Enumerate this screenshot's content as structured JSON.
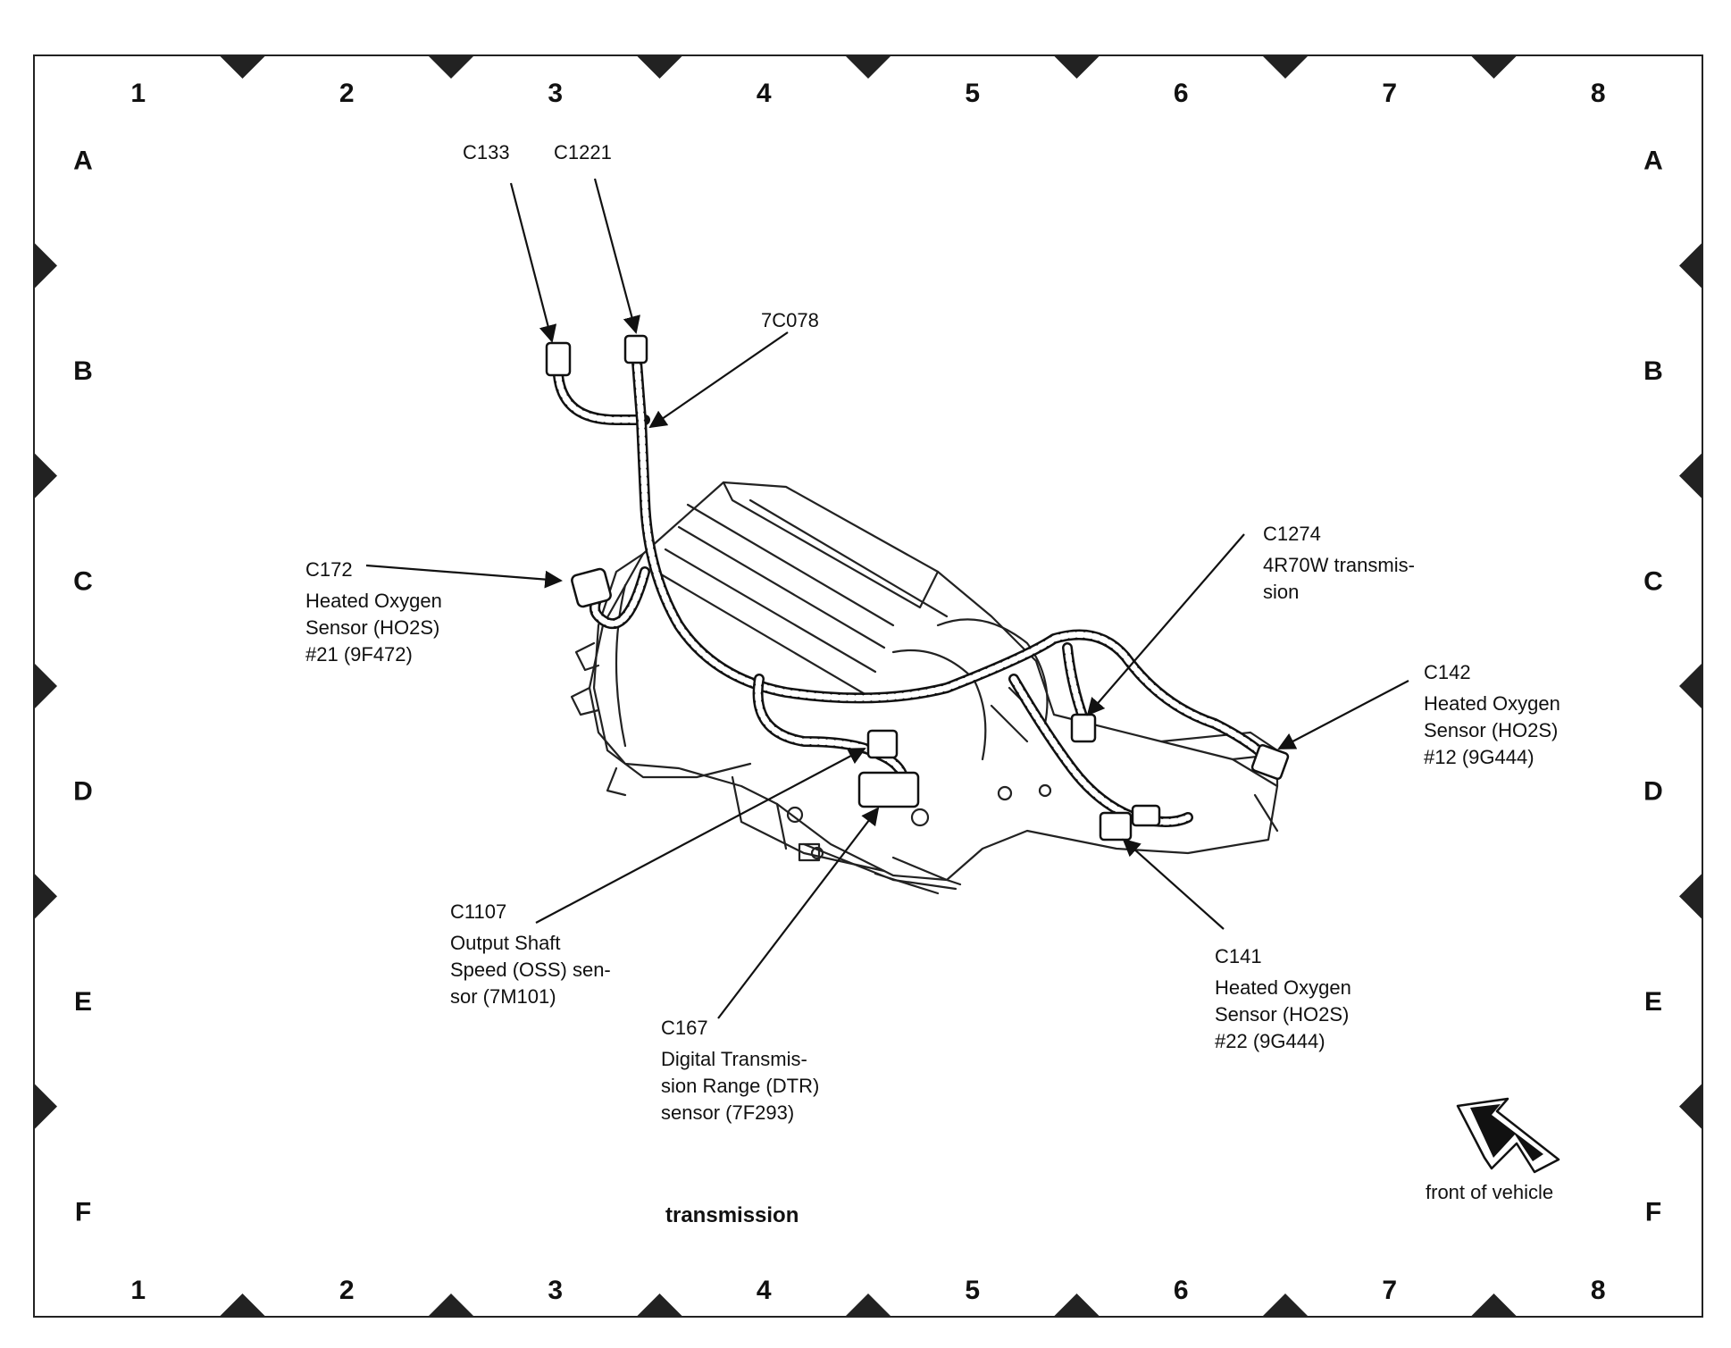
{
  "grid": {
    "columns": [
      "1",
      "2",
      "3",
      "4",
      "5",
      "6",
      "7",
      "8"
    ],
    "rows": [
      "A",
      "B",
      "C",
      "D",
      "E",
      "F"
    ]
  },
  "callouts": {
    "c133": "C133",
    "c1221": "C1221",
    "c7c078": "7C078",
    "c172": [
      "C172",
      "Heated Oxygen",
      "Sensor (HO2S)",
      "#21 (9F472)"
    ],
    "c1274": [
      "C1274",
      "4R70W transmis-",
      "sion"
    ],
    "c142": [
      "C142",
      "Heated Oxygen",
      "Sensor (HO2S)",
      "#12 (9G444)"
    ],
    "c1107": [
      "C1107",
      "Output Shaft",
      "Speed (OSS) sen-",
      "sor (7M101)"
    ],
    "c141": [
      "C141",
      "Heated Oxygen",
      "Sensor (HO2S)",
      "#22 (9G444)"
    ],
    "c167": [
      "C167",
      "Digital Transmis-",
      "sion Range (DTR)",
      "sensor (7F293)"
    ]
  },
  "caption": "transmission",
  "front_label": "front of vehicle"
}
